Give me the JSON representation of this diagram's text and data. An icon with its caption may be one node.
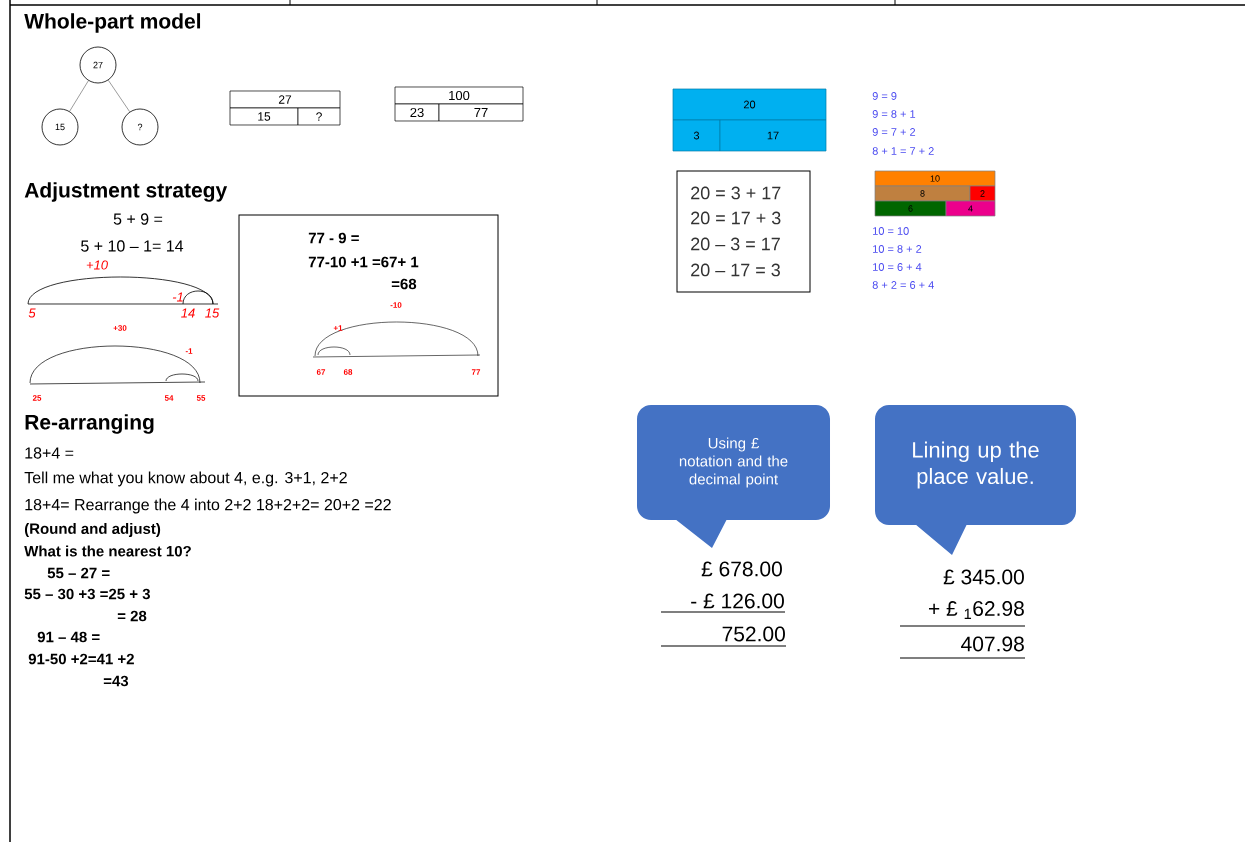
{
  "diagram": {
    "nodes": [
      {
        "text": [
          "27"
        ]
      },
      {
        "text": [
          "15"
        ]
      },
      {
        "text": [
          "?"
        ]
      },
      {
        "text": [
          "27"
        ]
      },
      {
        "text": [
          "15"
        ]
      },
      {
        "text": [
          "?"
        ]
      },
      {
        "text": [
          "100"
        ]
      },
      {
        "text": [
          "23"
        ]
      },
      {
        "text": [
          "77"
        ]
      },
      {
        "text": [
          "20"
        ]
      },
      {
        "text": [
          "3"
        ]
      },
      {
        "text": [
          "17"
        ]
      },
      {
        "text": [
          "77 - 9 =",
          "77-10 +1 =67+ 1",
          "=68"
        ]
      },
      {
        "text": [
          "20 = 3 + 17",
          "20 = 17 + 3",
          "20 – 3 = 17",
          "20 – 17 = 3"
        ]
      },
      {
        "text": [
          "10"
        ]
      },
      {
        "text": [
          "8"
        ]
      },
      {
        "text": [
          "2"
        ]
      },
      {
        "text": [
          "6"
        ]
      },
      {
        "text": [
          "4"
        ]
      },
      {
        "text": [
          "Using £ notation and the decimal point"
        ]
      },
      {
        "text": [
          "Lining up the place value."
        ]
      }
    ],
    "edges": [
      {
        "from": 0,
        "to": 1,
        "arrow": "none"
      },
      {
        "from": 0,
        "to": 2,
        "arrow": "none"
      }
    ],
    "labels": [
      "Whole-part model",
      "9 = 9",
      "9 = 8 + 1",
      "9 = 7 + 2",
      "8 + 1 = 7 + 2",
      "Adjustment strategy",
      "5 + 9 =",
      "5 + 10 – 1= 14",
      "+10",
      "-1",
      "5",
      "14",
      "15",
      "+30",
      "-1",
      "25",
      "54",
      "55",
      "-10",
      "+1",
      "67",
      "68",
      "77",
      "10 = 10",
      "10 = 8 + 2",
      "10 = 6 + 4",
      "8 + 2 = 6 + 4",
      "Re-arranging",
      "18+4 =",
      "Tell me what you know about 4, e.g. 3+1, 2+2",
      "18+4= Rearrange the 4 into 2+2 18+2+2= 20+2 =22",
      "(Round and adjust)",
      "What is the nearest 10?",
      "55 – 27 =",
      "55 – 30 +3 =25 + 3",
      "= 28",
      "91 – 48 =",
      "91-50 +2=41 +2",
      "=43",
      "£ 678.00",
      "-  £  126.00",
      "752.00",
      "£ 345.00",
      "+  £ $_{1}$62.98",
      "407.98"
    ]
  }
}
